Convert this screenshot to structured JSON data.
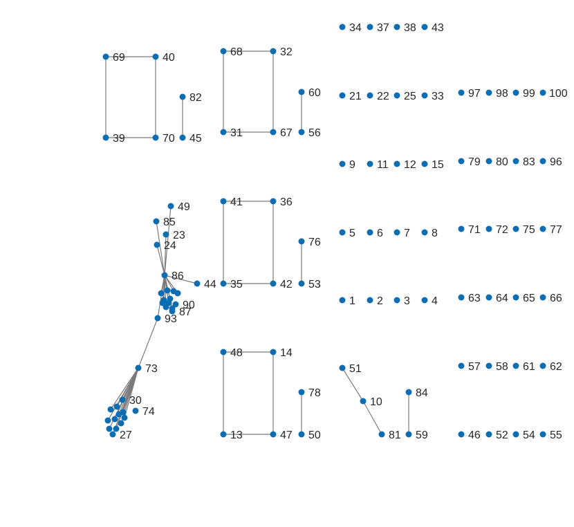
{
  "graph": {
    "node_color": "#0c6db3",
    "edge_color": "#7a7a7a",
    "label_color": "#262626",
    "edges": [
      [
        "69",
        "40"
      ],
      [
        "69",
        "39"
      ],
      [
        "40",
        "70"
      ],
      [
        "39",
        "70"
      ],
      [
        "82",
        "45"
      ],
      [
        "68",
        "32"
      ],
      [
        "68",
        "31"
      ],
      [
        "32",
        "67"
      ],
      [
        "31",
        "67"
      ],
      [
        "60",
        "56"
      ],
      [
        "41",
        "36"
      ],
      [
        "41",
        "35"
      ],
      [
        "36",
        "42"
      ],
      [
        "35",
        "42"
      ],
      [
        "76",
        "53"
      ],
      [
        "48",
        "14"
      ],
      [
        "48",
        "13"
      ],
      [
        "14",
        "47"
      ],
      [
        "13",
        "47"
      ],
      [
        "78",
        "50"
      ],
      [
        "51",
        "10"
      ],
      [
        "10",
        "81"
      ],
      [
        "84",
        "59"
      ],
      [
        "49",
        "86"
      ],
      [
        "85",
        "86"
      ],
      [
        "23",
        "86"
      ],
      [
        "24",
        "86"
      ],
      [
        "44",
        "86"
      ],
      [
        "86",
        "93"
      ],
      [
        "93",
        "73"
      ],
      [
        "73",
        "30"
      ],
      [
        "73",
        "27"
      ]
    ],
    "nodes": [
      {
        "id": "69",
        "label": "69"
      },
      {
        "id": "40",
        "label": "40"
      },
      {
        "id": "39",
        "label": "39"
      },
      {
        "id": "70",
        "label": "70"
      },
      {
        "id": "82",
        "label": "82"
      },
      {
        "id": "45",
        "label": "45"
      },
      {
        "id": "68",
        "label": "68"
      },
      {
        "id": "32",
        "label": "32"
      },
      {
        "id": "31",
        "label": "31"
      },
      {
        "id": "67",
        "label": "67"
      },
      {
        "id": "60",
        "label": "60"
      },
      {
        "id": "56",
        "label": "56"
      },
      {
        "id": "34",
        "label": "34"
      },
      {
        "id": "37",
        "label": "37"
      },
      {
        "id": "38",
        "label": "38"
      },
      {
        "id": "43",
        "label": "43"
      },
      {
        "id": "21",
        "label": "21"
      },
      {
        "id": "22",
        "label": "22"
      },
      {
        "id": "25",
        "label": "25"
      },
      {
        "id": "33",
        "label": "33"
      },
      {
        "id": "97",
        "label": "97"
      },
      {
        "id": "98",
        "label": "98"
      },
      {
        "id": "99",
        "label": "99"
      },
      {
        "id": "100",
        "label": "100"
      },
      {
        "id": "9",
        "label": "9"
      },
      {
        "id": "11",
        "label": "11"
      },
      {
        "id": "12",
        "label": "12"
      },
      {
        "id": "15",
        "label": "15"
      },
      {
        "id": "79",
        "label": "79"
      },
      {
        "id": "80",
        "label": "80"
      },
      {
        "id": "83",
        "label": "83"
      },
      {
        "id": "96",
        "label": "96"
      },
      {
        "id": "49",
        "label": "49"
      },
      {
        "id": "85",
        "label": "85"
      },
      {
        "id": "23",
        "label": "23"
      },
      {
        "id": "24",
        "label": "24"
      },
      {
        "id": "41",
        "label": "41"
      },
      {
        "id": "36",
        "label": "36"
      },
      {
        "id": "76",
        "label": "76"
      },
      {
        "id": "5",
        "label": "5"
      },
      {
        "id": "6",
        "label": "6"
      },
      {
        "id": "7",
        "label": "7"
      },
      {
        "id": "8",
        "label": "8"
      },
      {
        "id": "71",
        "label": "71"
      },
      {
        "id": "72",
        "label": "72"
      },
      {
        "id": "75",
        "label": "75"
      },
      {
        "id": "77",
        "label": "77"
      },
      {
        "id": "86",
        "label": "86"
      },
      {
        "id": "44",
        "label": "44"
      },
      {
        "id": "35",
        "label": "35"
      },
      {
        "id": "42",
        "label": "42"
      },
      {
        "id": "53",
        "label": "53"
      },
      {
        "id": "87",
        "label": "87"
      },
      {
        "id": "90",
        "label": "90"
      },
      {
        "id": "93",
        "label": "93"
      },
      {
        "id": "1",
        "label": "1"
      },
      {
        "id": "2",
        "label": "2"
      },
      {
        "id": "3",
        "label": "3"
      },
      {
        "id": "4",
        "label": "4"
      },
      {
        "id": "63",
        "label": "63"
      },
      {
        "id": "64",
        "label": "64"
      },
      {
        "id": "65",
        "label": "65"
      },
      {
        "id": "66",
        "label": "66"
      },
      {
        "id": "73",
        "label": "73"
      },
      {
        "id": "48",
        "label": "48"
      },
      {
        "id": "14",
        "label": "14"
      },
      {
        "id": "51",
        "label": "51"
      },
      {
        "id": "57",
        "label": "57"
      },
      {
        "id": "58",
        "label": "58"
      },
      {
        "id": "61",
        "label": "61"
      },
      {
        "id": "62",
        "label": "62"
      },
      {
        "id": "10",
        "label": "10"
      },
      {
        "id": "84",
        "label": "84"
      },
      {
        "id": "78",
        "label": "78"
      },
      {
        "id": "30",
        "label": "30"
      },
      {
        "id": "74",
        "label": "74"
      },
      {
        "id": "27",
        "label": "27"
      },
      {
        "id": "13",
        "label": "13"
      },
      {
        "id": "47",
        "label": "47"
      },
      {
        "id": "50",
        "label": "50"
      },
      {
        "id": "81",
        "label": "81"
      },
      {
        "id": "59",
        "label": "59"
      },
      {
        "id": "46",
        "label": "46"
      },
      {
        "id": "52",
        "label": "52"
      },
      {
        "id": "54",
        "label": "54"
      },
      {
        "id": "55",
        "label": "55"
      }
    ]
  }
}
